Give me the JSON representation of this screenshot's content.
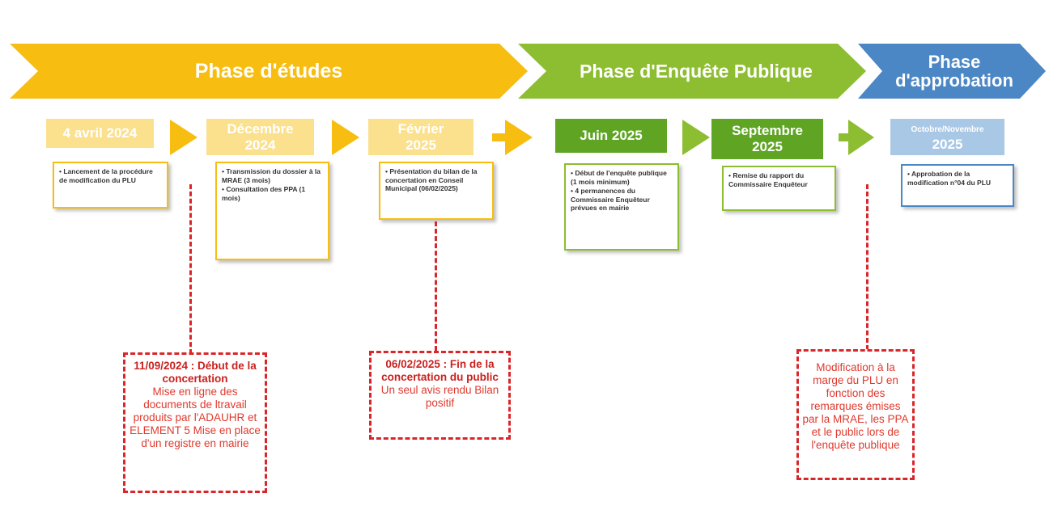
{
  "phases": [
    {
      "label": "Phase d'études",
      "color": "#f7bd10"
    },
    {
      "label": "Phase d'Enquête Publique",
      "color": "#8dbd31"
    },
    {
      "label_line1": "Phase",
      "label_line2": "d'approbation",
      "color": "#4c87c5"
    }
  ],
  "steps": [
    {
      "title": "4 avril 2024",
      "bullets": [
        "• Lancement de la procédure de modification du PLU"
      ]
    },
    {
      "title_line1": "Décembre",
      "title_line2": "2024",
      "bullets": [
        "• Transmission du dossier à la MRAE (3 mois)",
        "• Consultation des PPA (1 mois)"
      ]
    },
    {
      "title_line1": "Février",
      "title_line2": "2025",
      "bullets": [
        "• Présentation du bilan de la concertation en Conseil Municipal (06/02/2025)"
      ]
    },
    {
      "title": "Juin 2025",
      "bullets": [
        "• Début de l'enquête publique (1 mois minimum)",
        "• 4 permanences du Commissaire Enquêteur prévues en mairie"
      ]
    },
    {
      "title_line1": "Septembre",
      "title_line2": "2025",
      "bullets": [
        "• Remise du rapport du Commissaire Enquêteur"
      ]
    },
    {
      "title_line1": "Octobre/Novembre",
      "title_line2": "2025",
      "bullets": [
        "• Approbation de la modification n°04 du PLU"
      ]
    }
  ],
  "notes": [
    {
      "bold": "11/09/2024 : Début de la concertation",
      "text": "Mise en ligne des documents de ltravail produits par l'ADAUHR et ELEMENT 5 Mise en place d'un registre en mairie"
    },
    {
      "bold": "06/02/2025 : Fin de la concertation du public",
      "text": "Un seul avis rendu Bilan positif"
    },
    {
      "text": "Modification à la marge du PLU en fonction des remarques émises par la MRAE, les PPA et le public lors de l'enquête publique"
    }
  ],
  "colors": {
    "yellow": "#f7bd10",
    "light_yellow": "#fbe08e",
    "green": "#8dbd31",
    "dark_green": "#5fa523",
    "blue": "#4c87c5",
    "light_blue": "#a9c8e6",
    "red": "#d9262a"
  }
}
